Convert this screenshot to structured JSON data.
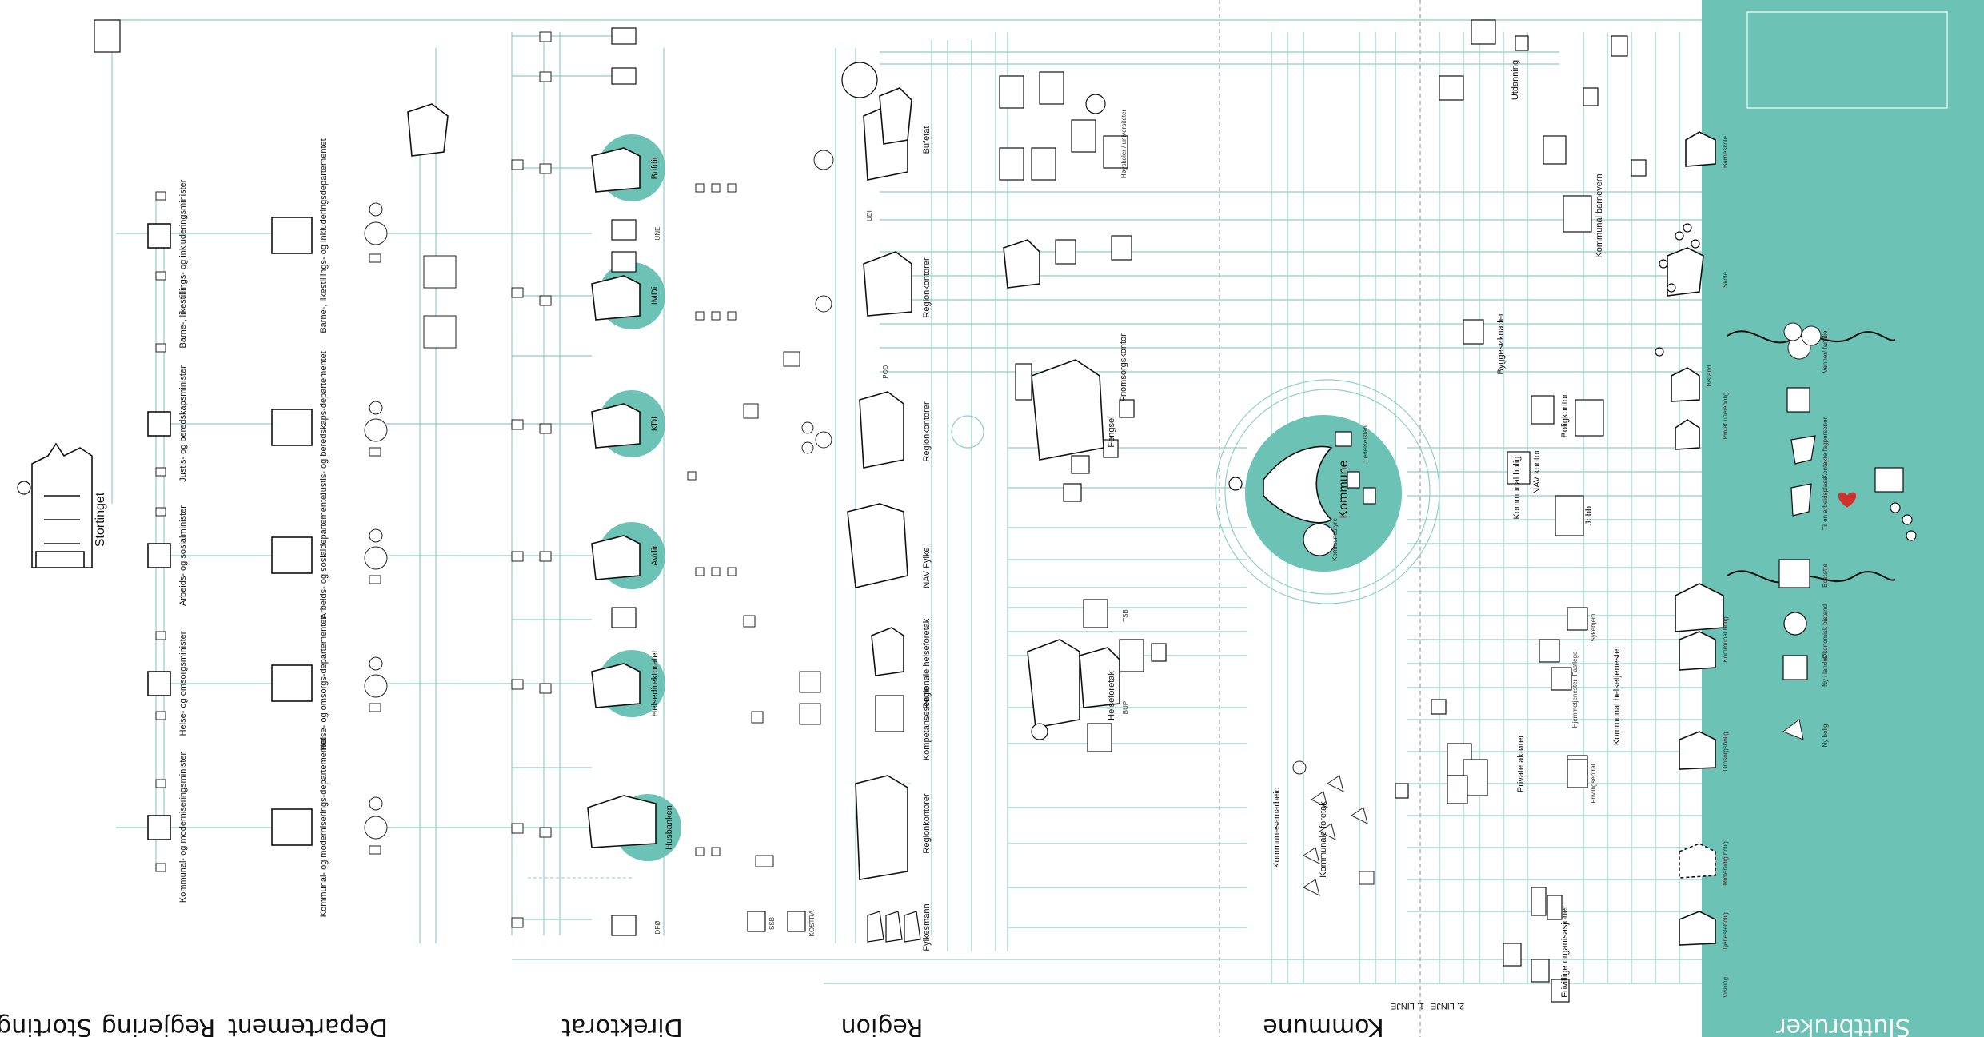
{
  "colors": {
    "accent": "#6cc2b4",
    "connector": "#8fcfc4",
    "heart": "#d0312d",
    "ink": "#111111",
    "background": "#ffffff"
  },
  "levels": [
    "Storting",
    "Regjering",
    "Departement",
    "Direktorat",
    "Region",
    "Kommune",
    "Sluttbruker"
  ],
  "line_markers": [
    "1. LINJE",
    "2. LINJE"
  ],
  "storting": {
    "label": "Stortinget"
  },
  "ministers": [
    "Barne-, likestillings- og inkluderingsminister",
    "Justis- og beredskapsminister",
    "Arbeids- og sosialminister",
    "Helse- og omsorgsminister",
    "Kommunal- og moderniseringsminister"
  ],
  "departments": [
    "Barne-, likestillings- og inkluderingsdepartementet",
    "Justis- og beredskaps-departementet",
    "Arbeids- og sosialdepartementet",
    "Helse- og omsorgs-departementet",
    "Kommunal- og moderniserings-departementet"
  ],
  "directorates": [
    "Bufdir",
    "IMDi",
    "KDI",
    "AVdir",
    "Helsedirektoratet",
    "Husbanken"
  ],
  "other_agencies": [
    "DFØ",
    "SSB",
    "KOSTRA",
    "UNE",
    "UDI",
    "POD"
  ],
  "region_units": [
    "Bufetat",
    "Regionkontorer",
    "Regionkontorer",
    "NAV Fylke",
    "Regionale helseforetak",
    "Kompetansesentre",
    "Regionkontorer",
    "Fylkesmann"
  ],
  "region_detail": [
    "Fengsel",
    "Friomsorgskontor",
    "Helseforetak",
    "TSB",
    "BUP",
    "Høyskoler / universiteter"
  ],
  "kommune": {
    "label": "Kommune",
    "top": "Ledelse/stab",
    "bottom": "Kommunestyre"
  },
  "kommune_side": [
    "Kommunesamarbeid",
    "Kommunale foretak",
    "Private aktører",
    "Frivillige organisasjoner"
  ],
  "right_services": [
    "Utdanning",
    "Kommunal barnevern",
    "Byggesøknader",
    "NAV kontor",
    "Kommunal bolig",
    "Boligkontor",
    "Jobb",
    "Kommunal helsetjenester",
    "Fastlege",
    "Sykehjem",
    "Hjemmetjenester",
    "Frivilligsentral"
  ],
  "sluttbruker": {
    "title": "Sluttbruker",
    "items": [
      "Barneskole",
      "Skole",
      "Bistand",
      "Privat utleiebolig",
      "Kommunal bolig",
      "Omsorgsbolig",
      "Midlertidig bolig",
      "Tjenestebolig",
      "Visning"
    ],
    "personas": [
      "Venner/ familie",
      "Kontakte fagpersoner",
      "Til en arbeidsplass",
      "Bostøtte",
      "Økonomisk bistand",
      "Ny i landet",
      "Ny bolig"
    ]
  }
}
